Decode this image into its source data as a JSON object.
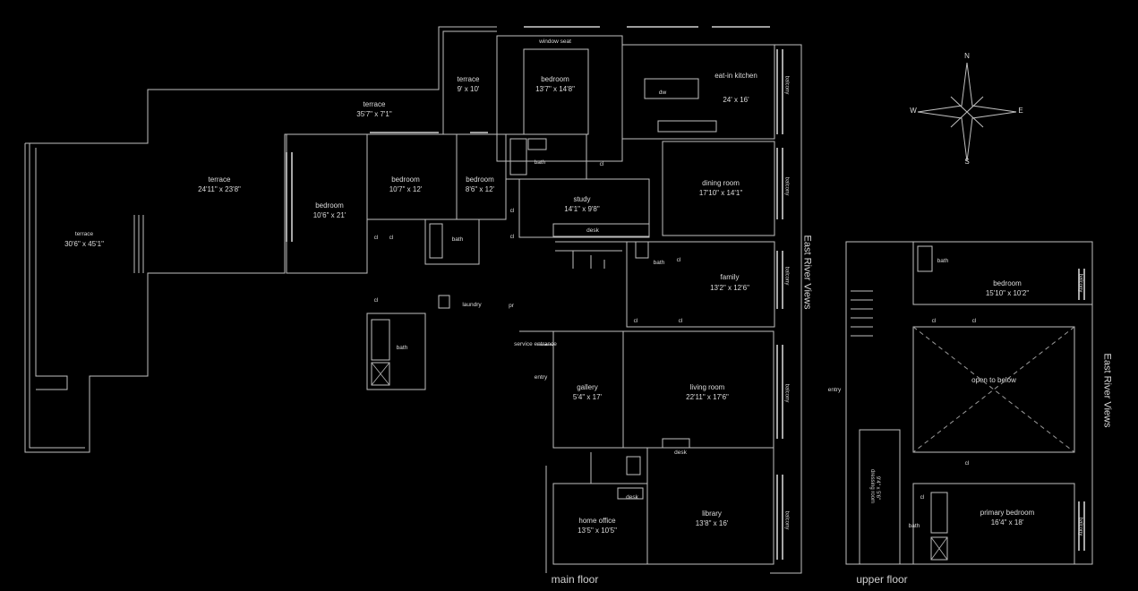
{
  "labels": {
    "window_seat": "window seat",
    "terrace_top": "terrace",
    "terrace_top_dim": "35'7\" x 7'1\"",
    "terrace_small": "terrace",
    "terrace_small_dim": "9' x 10'",
    "bedroom_a": "bedroom",
    "bedroom_a_dim": "13'7\" x 14'8\"",
    "eat_in_kitchen": "eat-in kitchen",
    "eat_in_kitchen_dim": "24' x 16'",
    "terrace_mid": "terrace",
    "terrace_mid_dim": "24'11\" x 23'8\"",
    "terrace_left": "terrace",
    "terrace_left_dim": "30'6\" x 45'1\"",
    "bedroom_b": "bedroom",
    "bedroom_b_dim": "10'6\" x 21'",
    "bedroom_c": "bedroom",
    "bedroom_c_dim": "10'7\" x 12'",
    "bedroom_d": "bedroom",
    "bedroom_d_dim": "8'6\" x 12'",
    "study": "study",
    "study_dim": "14'1\" x 9'8\"",
    "dining_room": "dining room",
    "dining_room_dim": "17'10\" x 14'1\"",
    "family": "family",
    "family_dim": "13'2\" x 12'6\"",
    "bath": "bath",
    "dw": "dw",
    "cl": "cl",
    "desk": "desk",
    "laundry": "laundry",
    "pr": "pr",
    "service_entrance": "service entrance",
    "gallery": "gallery",
    "gallery_dim": "5'4\" x 17'",
    "living_room": "living room",
    "living_room_dim": "22'11\" x 17'6\"",
    "library": "library",
    "library_dim": "13'8\" x 16'",
    "home_office": "home office",
    "home_office_dim": "13'5\" x 10'5\"",
    "entry": "entry",
    "balcony": "balcony",
    "bedroom_up": "bedroom",
    "bedroom_up_dim": "15'10\" x 10'2\"",
    "open_to_below": "open to below",
    "primary_bedroom": "primary bedroom",
    "primary_bedroom_dim": "16'4\" x 18'",
    "dressing_room": "dressing room",
    "dressing_room_dim": "9'4\" x 5'6\"",
    "main_floor": "main floor",
    "upper_floor": "upper floor",
    "east_river_views_1": "East River Views",
    "east_river_views_2": "East River Views",
    "compass_n": "N",
    "compass_s": "S",
    "compass_e": "E",
    "compass_w": "W"
  }
}
